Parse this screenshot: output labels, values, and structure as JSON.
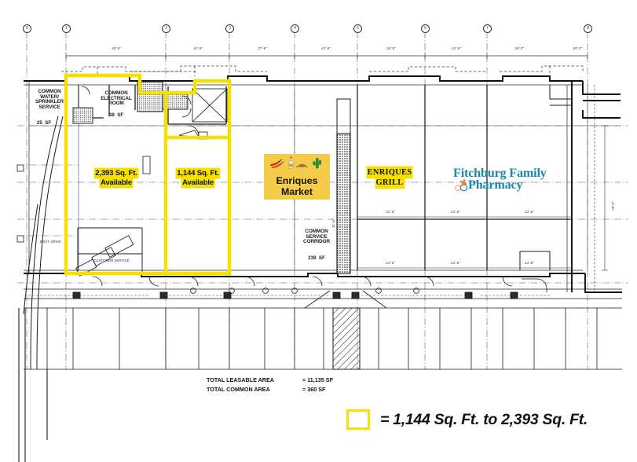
{
  "plan": {
    "title": "Retail center leasing floor plan",
    "grid_bubbles": [
      "0",
      "1",
      "2",
      "3",
      "4",
      "5",
      "6",
      "7",
      "8"
    ],
    "top_dimensions": [
      "34'-5\"",
      "31'-8\"",
      "27'-6\"",
      "21'-6\"",
      "26'-6\"",
      "21'-6\"",
      "34'-3\"",
      "34'-3\""
    ],
    "inner_dimensions": [
      "21'-6\"",
      "21'-6\"",
      "21'-6\""
    ],
    "lower_dimensions": [
      "21'-6\"",
      "21'-6\"",
      "21'-6\""
    ],
    "right_dimension": "74'-0\"",
    "corridor_dimension": "11'-6\"",
    "left_note": "EXIST. DRIVE"
  },
  "rooms": [
    {
      "name": "COMMON\nWATER/\nSPRINKLER\nSERVICE",
      "area": "25  SF"
    },
    {
      "name": "COMMON\nELECTRICAL\nROOM",
      "area": "38  SF"
    },
    {
      "name": "COMMON\nSERVICE\nCORRIDOR",
      "area": "239  SF"
    }
  ],
  "vacancies": [
    {
      "size": "2,393 Sq. Ft.",
      "status": "Available"
    },
    {
      "size": "1,144 Sq. Ft.",
      "status": "Available"
    }
  ],
  "tenants": [
    {
      "id": "market",
      "line1": "Enriques",
      "line2": "Market",
      "bg": "#f5cb4a"
    },
    {
      "id": "grill",
      "line1": "ENRIQUES",
      "line2": "GRILL",
      "highlight": "#f5e000"
    },
    {
      "id": "pharmacy",
      "line1": "Fitchburg Family",
      "line2": "Pharmacy",
      "color": "#1b86ab",
      "accent": "#e8833a"
    }
  ],
  "interior_note": "CUSTOMER SERVICE",
  "summary": [
    {
      "label": "TOTAL LEASABLE AREA",
      "eq": "=",
      "value": "11,135 SF"
    },
    {
      "label": "TOTAL COMMON AREA",
      "eq": "=",
      "value": "360 SF"
    }
  ],
  "legend": {
    "swatch_color": "#f5e000",
    "text": "= 1,144 Sq. Ft. to 2,393 Sq. Ft."
  },
  "colors": {
    "highlight_yellow": "#f5e000",
    "sign_gold": "#f5cb4a",
    "pharmacy_teal": "#1b86ab",
    "pharmacy_orange": "#e8833a",
    "line_black": "#1b1b1b"
  }
}
